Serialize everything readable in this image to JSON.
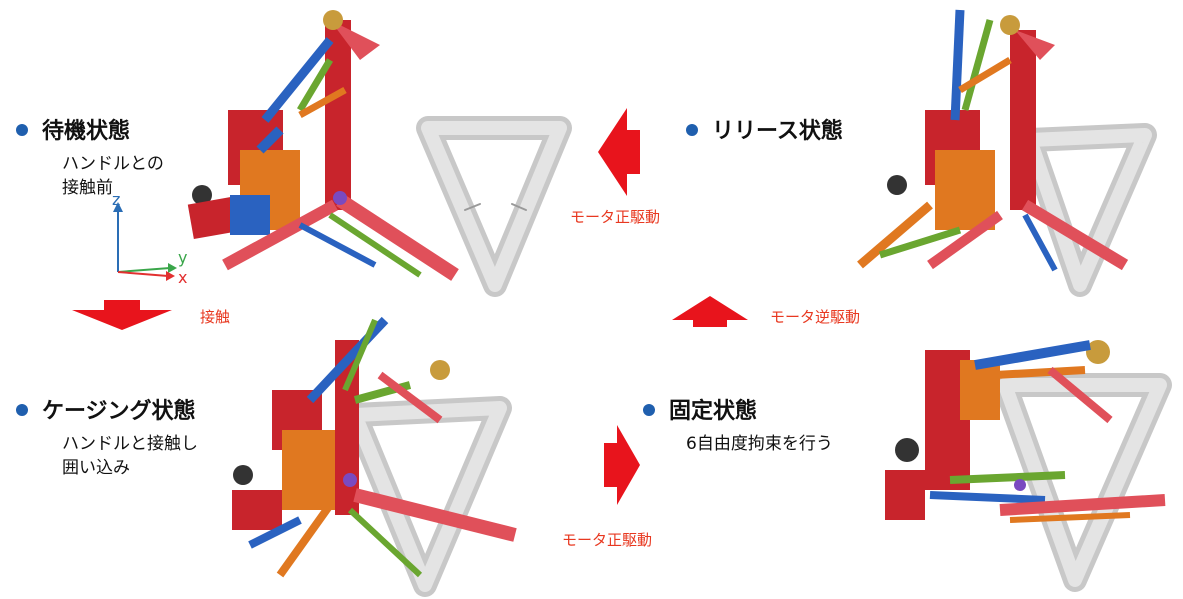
{
  "states": {
    "standby": {
      "title": "待機状態",
      "desc_line1": "ハンドルとの",
      "desc_line2": "接触前"
    },
    "release": {
      "title": "リリース状態"
    },
    "caging": {
      "title": "ケージング状態",
      "desc_line1": "ハンドルと接触し",
      "desc_line2": "囲い込み"
    },
    "fixed": {
      "title": "固定状態",
      "desc_line1": "6自由度拘束を行う"
    }
  },
  "transitions": {
    "contact": "接触",
    "motor_forward_top": "モータ正駆動",
    "motor_forward_bottom": "モータ正駆動",
    "motor_reverse": "モータ逆駆動"
  },
  "axes": {
    "z": "z",
    "y": "y",
    "x": "x"
  },
  "colors": {
    "bullet": "#1f5fae",
    "arrow": "#e8141c",
    "label_red": "#e83820",
    "axis_blue": "#2a6db5",
    "axis_green": "#3aa64a",
    "axis_red": "#e23030"
  }
}
